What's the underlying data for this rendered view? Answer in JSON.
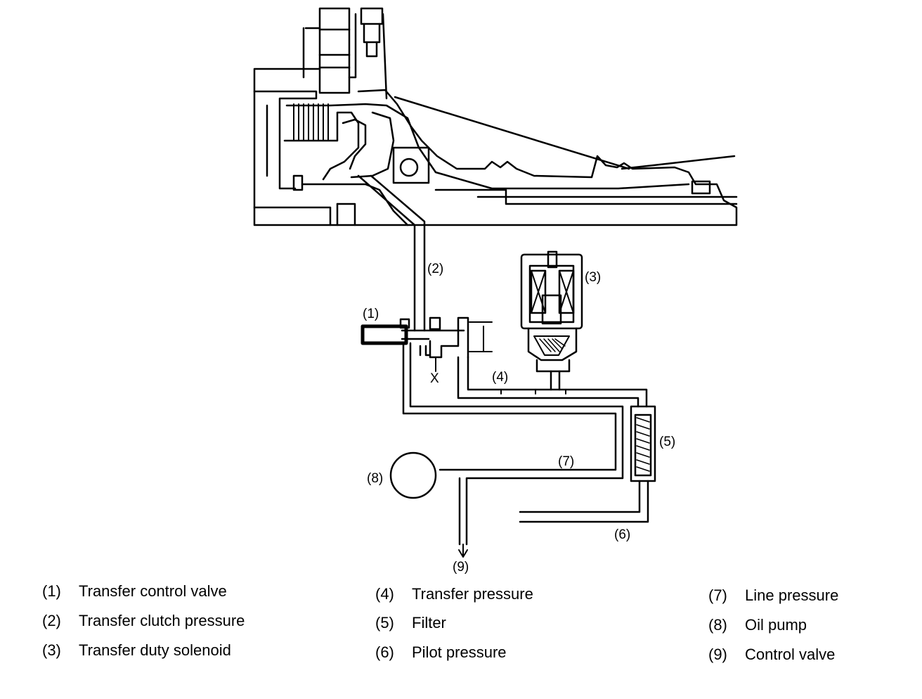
{
  "callouts": {
    "c1": "(1)",
    "c2": "(2)",
    "c3": "(3)",
    "c4": "(4)",
    "c5": "(5)",
    "c6": "(6)",
    "c7": "(7)",
    "c8": "(8)",
    "c9": "(9)",
    "x": "X"
  },
  "legend": [
    {
      "num": "(1)",
      "text": "Transfer control valve"
    },
    {
      "num": "(2)",
      "text": "Transfer clutch pressure"
    },
    {
      "num": "(3)",
      "text": "Transfer duty solenoid"
    },
    {
      "num": "(4)",
      "text": "Transfer pressure"
    },
    {
      "num": "(5)",
      "text": "Filter"
    },
    {
      "num": "(6)",
      "text": "Pilot pressure"
    },
    {
      "num": "(7)",
      "text": "Line pressure"
    },
    {
      "num": "(8)",
      "text": "Oil pump"
    },
    {
      "num": "(9)",
      "text": "Control valve"
    }
  ]
}
